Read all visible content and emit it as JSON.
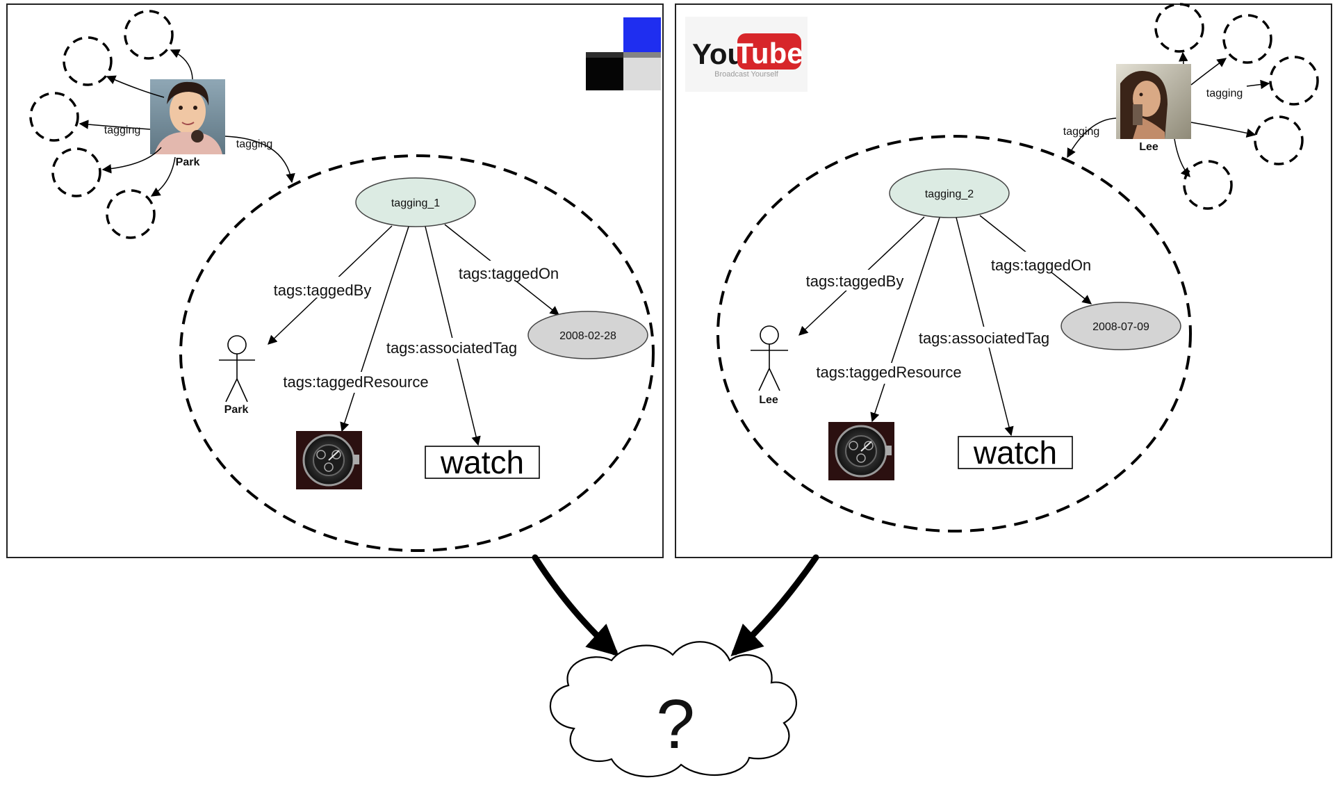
{
  "panels": [
    {
      "site_logo": "delicious-logo",
      "user_name": "Park",
      "tagging_out_label": "tagging",
      "tagging_side_label": "tagging",
      "tagging_node": "tagging_1",
      "edge_tagged_by": "tags:taggedBy",
      "edge_tagged_on": "tags:taggedOn",
      "edge_associated_tag": "tags:associatedTag",
      "edge_tagged_resource": "tags:taggedResource",
      "date": "2008-02-28",
      "actor_label": "Park",
      "tag_word": "watch",
      "resource_icon": "watch-image"
    },
    {
      "site_logo": "youtube-logo",
      "site_logo_text_you": "You",
      "site_logo_text_tube": "Tube",
      "site_logo_tagline": "Broadcast Yourself",
      "user_name": "Lee",
      "tagging_out_label": "tagging",
      "tagging_side_label": "tagging",
      "tagging_node": "tagging_2",
      "edge_tagged_by": "tags:taggedBy",
      "edge_tagged_on": "tags:taggedOn",
      "edge_associated_tag": "tags:associatedTag",
      "edge_tagged_resource": "tags:taggedResource",
      "date": "2008-07-09",
      "actor_label": "Lee",
      "tag_word": "watch",
      "resource_icon": "watch-image"
    }
  ],
  "merge_result": "?",
  "colors": {
    "tagging_node_fill": "#dcebe3",
    "date_node_fill": "#d4d4d4",
    "youtube_red": "#d7262a",
    "delicious_blue": "#1f2ef0"
  }
}
